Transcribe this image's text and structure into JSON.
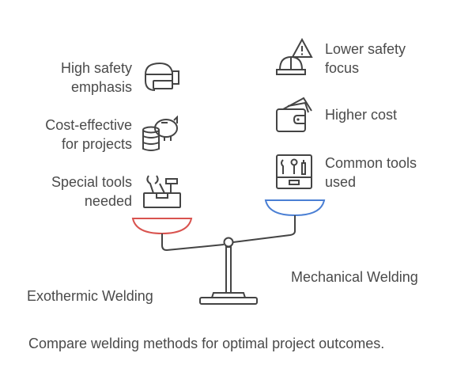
{
  "left": {
    "title": "Exothermic Welding",
    "items": [
      {
        "label": "High safety\nemphasis",
        "icon": "welding-helmet-icon"
      },
      {
        "label": "Cost-effective\nfor projects",
        "icon": "piggy-bank-coins-icon"
      },
      {
        "label": "Special tools\nneeded",
        "icon": "toolbox-icon"
      }
    ],
    "pan_color": "#d9534f"
  },
  "right": {
    "title": "Mechanical Welding",
    "items": [
      {
        "label": "Lower safety\nfocus",
        "icon": "warning-hardhat-icon"
      },
      {
        "label": "Higher cost",
        "icon": "wallet-money-icon"
      },
      {
        "label": "Common tools\nused",
        "icon": "tool-kit-icon"
      }
    ],
    "pan_color": "#4a7fd4"
  },
  "caption": "Compare welding methods for optimal project outcomes."
}
